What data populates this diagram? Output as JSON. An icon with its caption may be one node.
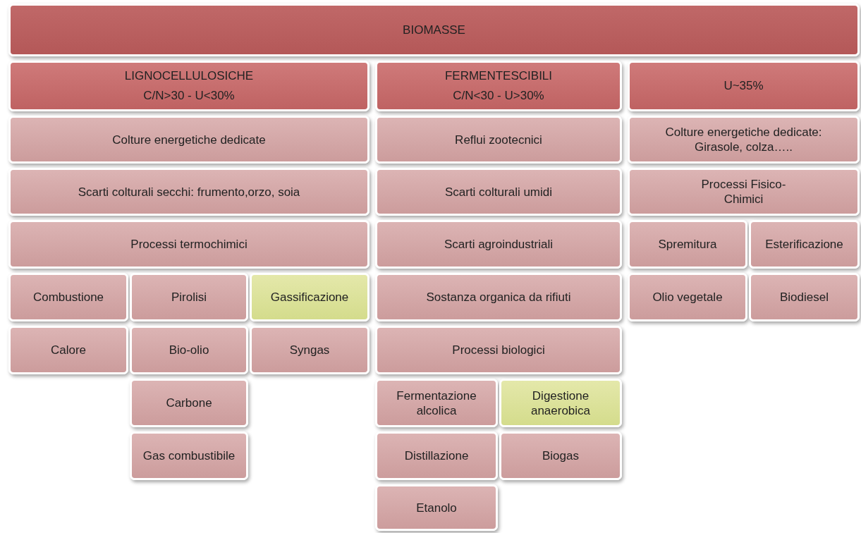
{
  "diagram": {
    "nodes": [
      {
        "text": [
          "BIOMASSE"
        ]
      },
      {
        "text": [
          "LIGNOCELLULOSICHE",
          "C/N>30 - U<30%"
        ]
      },
      {
        "text": [
          "FERMENTESCIBILI",
          "C/N<30  - U>30%"
        ]
      },
      {
        "text": [
          "U~35%"
        ]
      },
      {
        "text": [
          "Colture energetiche dedicate"
        ]
      },
      {
        "text": [
          "Reflui zootecnici"
        ]
      },
      {
        "text": [
          "Colture energetiche dedicate: Girasole, colza….."
        ]
      },
      {
        "text": [
          "Scarti colturali secchi: frumento,orzo, soia"
        ]
      },
      {
        "text": [
          "Scarti colturali umidi"
        ]
      },
      {
        "text": [
          "Processi Fisico-Chimici"
        ]
      },
      {
        "text": [
          "Processi termochimici"
        ]
      },
      {
        "text": [
          "Scarti agroindustriali"
        ]
      },
      {
        "text": [
          "Spremitura"
        ]
      },
      {
        "text": [
          "Esterificazione"
        ]
      },
      {
        "text": [
          "Combustione"
        ]
      },
      {
        "text": [
          "Pirolisi"
        ]
      },
      {
        "text": [
          "Gassificazione"
        ]
      },
      {
        "text": [
          "Sostanza organica da rifiuti"
        ]
      },
      {
        "text": [
          "Olio vegetale"
        ]
      },
      {
        "text": [
          "Biodiesel"
        ]
      },
      {
        "text": [
          "Calore"
        ]
      },
      {
        "text": [
          "Bio-olio"
        ]
      },
      {
        "text": [
          "Syngas"
        ]
      },
      {
        "text": [
          "Processi biologici"
        ]
      },
      {
        "text": [
          "Carbone"
        ]
      },
      {
        "text": [
          "Fermentazione alcolica"
        ]
      },
      {
        "text": [
          "Digestione anaerobica"
        ]
      },
      {
        "text": [
          "Gas combustibile"
        ]
      },
      {
        "text": [
          "Distillazione"
        ]
      },
      {
        "text": [
          "Biogas"
        ]
      },
      {
        "text": [
          "Etanolo"
        ]
      }
    ]
  }
}
